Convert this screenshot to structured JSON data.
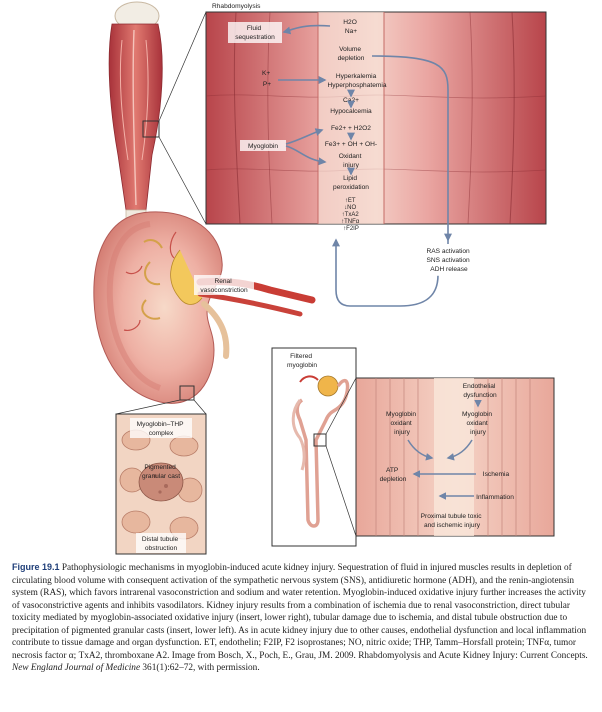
{
  "diagram": {
    "top_label": "Rhabdomyolysis",
    "water_ion": [
      "H2O",
      "Na+"
    ],
    "fluid_sequestration": [
      "Fluid",
      "sequestration"
    ],
    "volume_depletion": [
      "Volume",
      "depletion"
    ],
    "k_p": [
      "K+",
      "P+"
    ],
    "hyperkalemia": [
      "Hyperkalemia",
      "Hyperphosphatemia"
    ],
    "ca": "Ca2+",
    "hypocalcemia": "Hypocalcemia",
    "fenton_1": "Fe2+ + H2O2",
    "fenton_2": "Fe3+ + OH + OH-",
    "myoglobin": "Myoglobin",
    "oxidant_injury": [
      "Oxidant",
      "injury"
    ],
    "lipid_peroxidation": [
      "Lipid",
      "peroxidation"
    ],
    "mediators": [
      "↑ET",
      "↓NO",
      "↑TxA2",
      "↑TNFα",
      "↑F2IP"
    ],
    "ras_activation": [
      "RAS activation",
      "SNS activation",
      "ADH release"
    ],
    "renal_vasoconstriction": [
      "Renal",
      "vasoconstriction"
    ],
    "filtered_myoglobin": [
      "Filtered",
      "myoglobin"
    ],
    "endothelial_dysfunction": [
      "Endothelial",
      "dysfunction"
    ],
    "myoglobin_oxidant_left": [
      "Myoglobin",
      "oxidant",
      "injury"
    ],
    "myoglobin_oxidant_right": [
      "Myoglobin",
      "oxidant",
      "injury"
    ],
    "atp_depletion": [
      "ATP",
      "depletion"
    ],
    "ischemia": "Ischemia",
    "inflammation": "Inflammation",
    "proximal_tubule": [
      "Proximal tubule toxic",
      "and ischemic injury"
    ],
    "myoglobin_thp": [
      "Myoglobin–THP",
      "complex"
    ],
    "pigmented_cast": [
      "Pigmented",
      "granular cast"
    ],
    "distal_tubule": [
      "Distal tubule",
      "obstruction"
    ]
  },
  "caption": {
    "figure_number": "Figure 19.1",
    "text_before_journal": "Pathophysiologic mechanisms in myoglobin-induced acute kidney injury. Sequestration of fluid in injured muscles results in depletion of circulating blood volume with consequent activation of the sympathetic nervous system (SNS), antidiuretic hormone (ADH), and the renin-angiotensin system (RAS), which favors intrarenal vasoconstriction and sodium and water retention. Myoglobin-induced oxidative injury further increases the activity of vasoconstrictive agents and inhibits vasodilators. Kidney injury results from a combination of ischemia due to renal vasoconstriction, direct tubular toxicity mediated by myoglobin-associated oxidative injury (insert, lower right), tubular damage due to ischemia, and distal tubule obstruction due to precipitation of pigmented granular casts (insert, lower left). As in acute kidney injury due to other causes, endothelial dysfunction and local inflammation contribute to tissue damage and organ dysfunction. ET, endothelin; F2IP, F2 isoprostanes; NO, nitric oxide; THP, Tamm–Horsfall protein; TNFα, tumor necrosis factor α; TxA2, thromboxane A2. Image from Bosch, X., Poch, E., Grau, JM. 2009. Rhabdomyolysis and Acute Kidney Injury: Current Concepts.",
    "journal": "New England Journal of Medicine",
    "text_after_journal": "361(1):62–72, with permission."
  },
  "colors": {
    "muscle": "#c9464a",
    "muscle_light": "#eaa6a2",
    "vessel": "#d9533e",
    "kidney": "#e9a49c",
    "arrow": "#7287a8",
    "frame": "#333333"
  }
}
